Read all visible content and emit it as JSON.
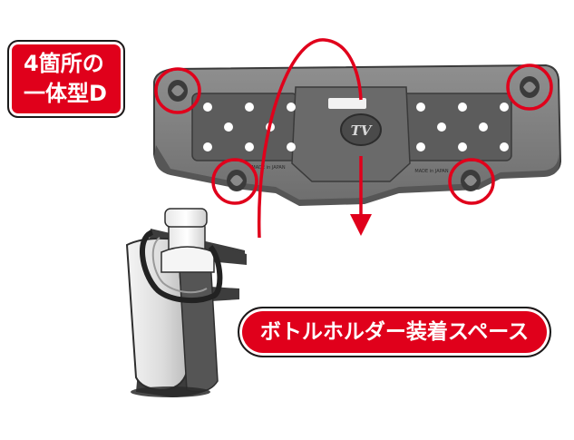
{
  "labels": {
    "corner_d_line1": "4箇所の",
    "corner_d_line2": "一体型D",
    "bottle_space": "ボトルホルダー装着スペース"
  },
  "emblems": {
    "made_in_japan": "MADE in JAPAN",
    "logo_mark": "TV"
  },
  "colors": {
    "accent_red": "#e0001b",
    "panel_gray": "#7d7d7d",
    "panel_dark": "#444444",
    "holder_dark": "#3d3d3d"
  }
}
